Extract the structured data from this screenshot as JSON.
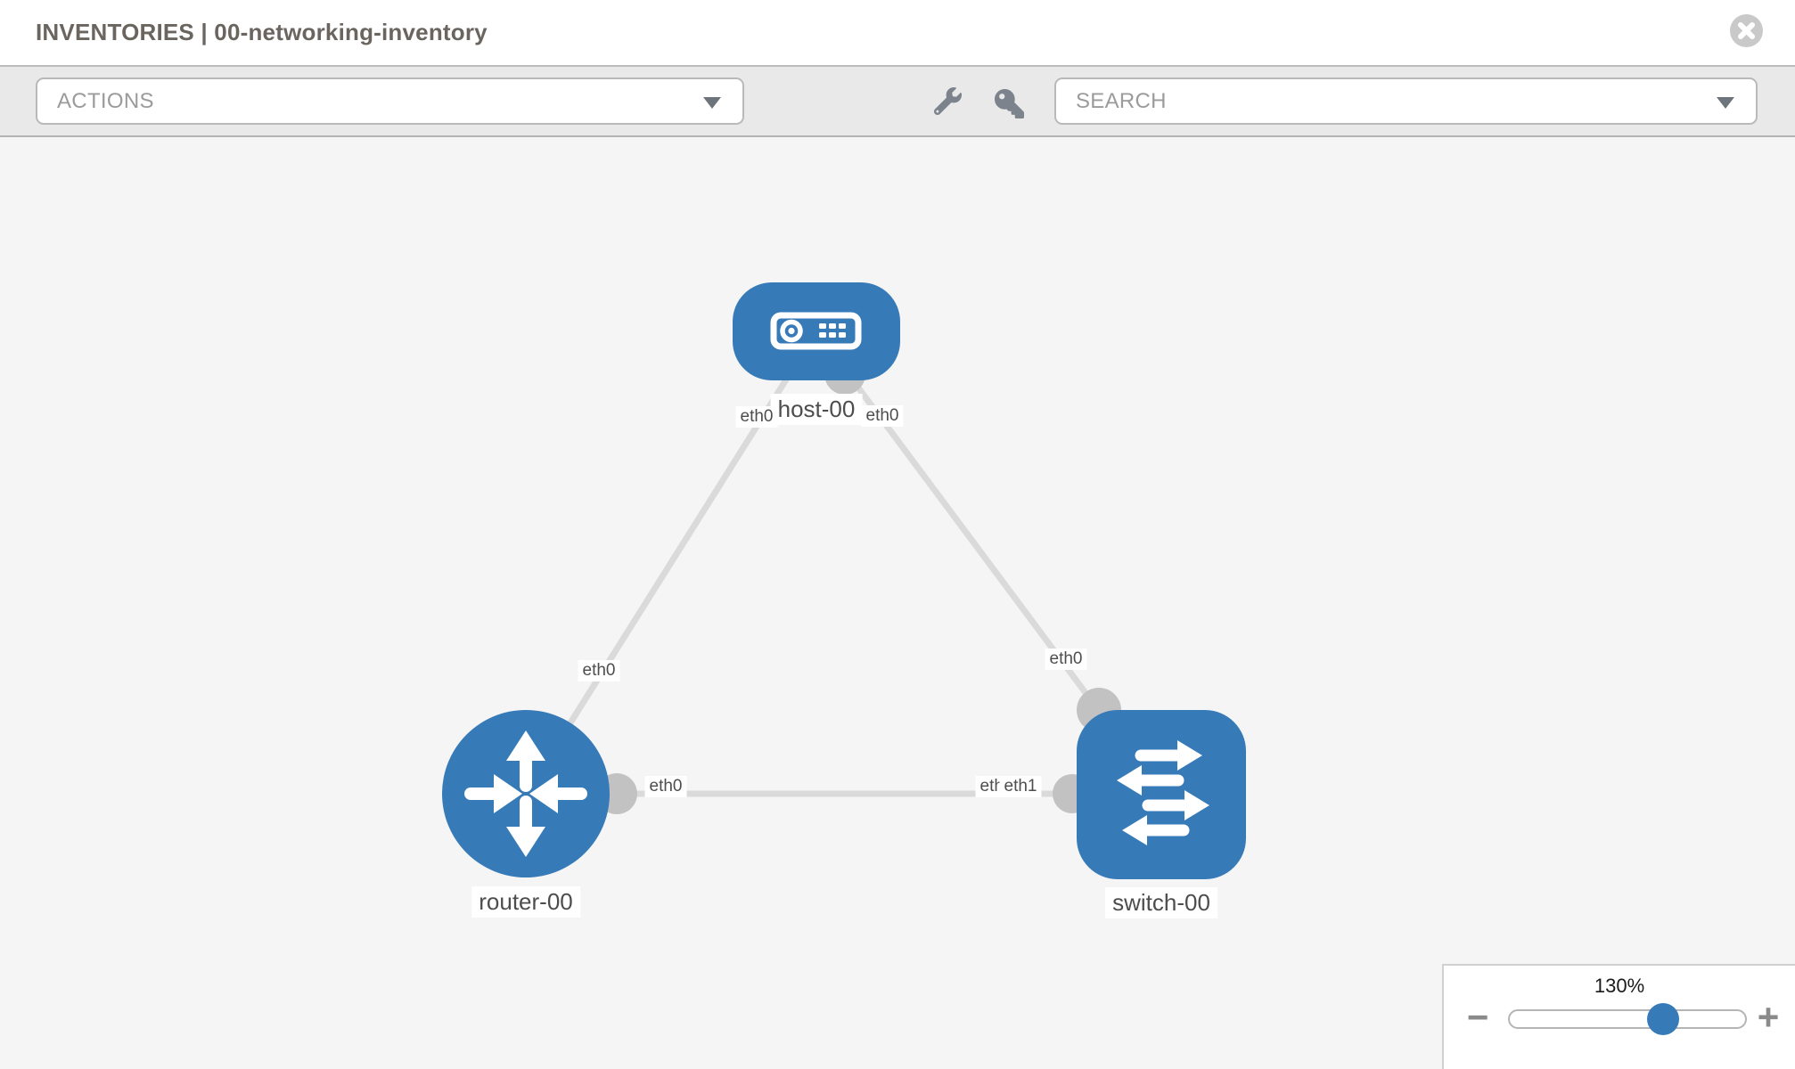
{
  "header": {
    "title": "INVENTORIES | 00-networking-inventory"
  },
  "toolbar": {
    "actions_placeholder": "ACTIONS",
    "search_placeholder": "SEARCH"
  },
  "diagram": {
    "nodes": [
      {
        "id": "host-00",
        "type": "host",
        "label": "host-00"
      },
      {
        "id": "router-00",
        "type": "router",
        "label": "router-00"
      },
      {
        "id": "switch-00",
        "type": "switch",
        "label": "switch-00"
      }
    ],
    "links": [
      {
        "from": "host-00",
        "to": "router-00",
        "from_interface": "eth0",
        "to_interface": "eth0"
      },
      {
        "from": "host-00",
        "to": "switch-00",
        "from_interface": "eth0",
        "to_interface": "eth0"
      },
      {
        "from": "router-00",
        "to": "switch-00",
        "from_interface": "eth0",
        "to_interface": "eth1"
      }
    ],
    "labels": {
      "host_name": "host-00",
      "router_name": "router-00",
      "switch_name": "switch-00",
      "host_if_left": "eth0",
      "host_if_right": "eth0",
      "router_if_top": "eth0",
      "switch_if_top": "eth0",
      "router_if_right": "eth0",
      "switch_if_back": "eth0",
      "switch_if_front": "eth1"
    }
  },
  "zoom_control": {
    "level": "130%",
    "minus_label": "−",
    "plus_label": "+"
  },
  "colors": {
    "node_blue": "#377ab8",
    "port_gray": "#c2c2c2",
    "link_gray": "#dadada",
    "canvas_bg": "#f5f5f5",
    "toolbar_bg": "#e9e9e9"
  }
}
